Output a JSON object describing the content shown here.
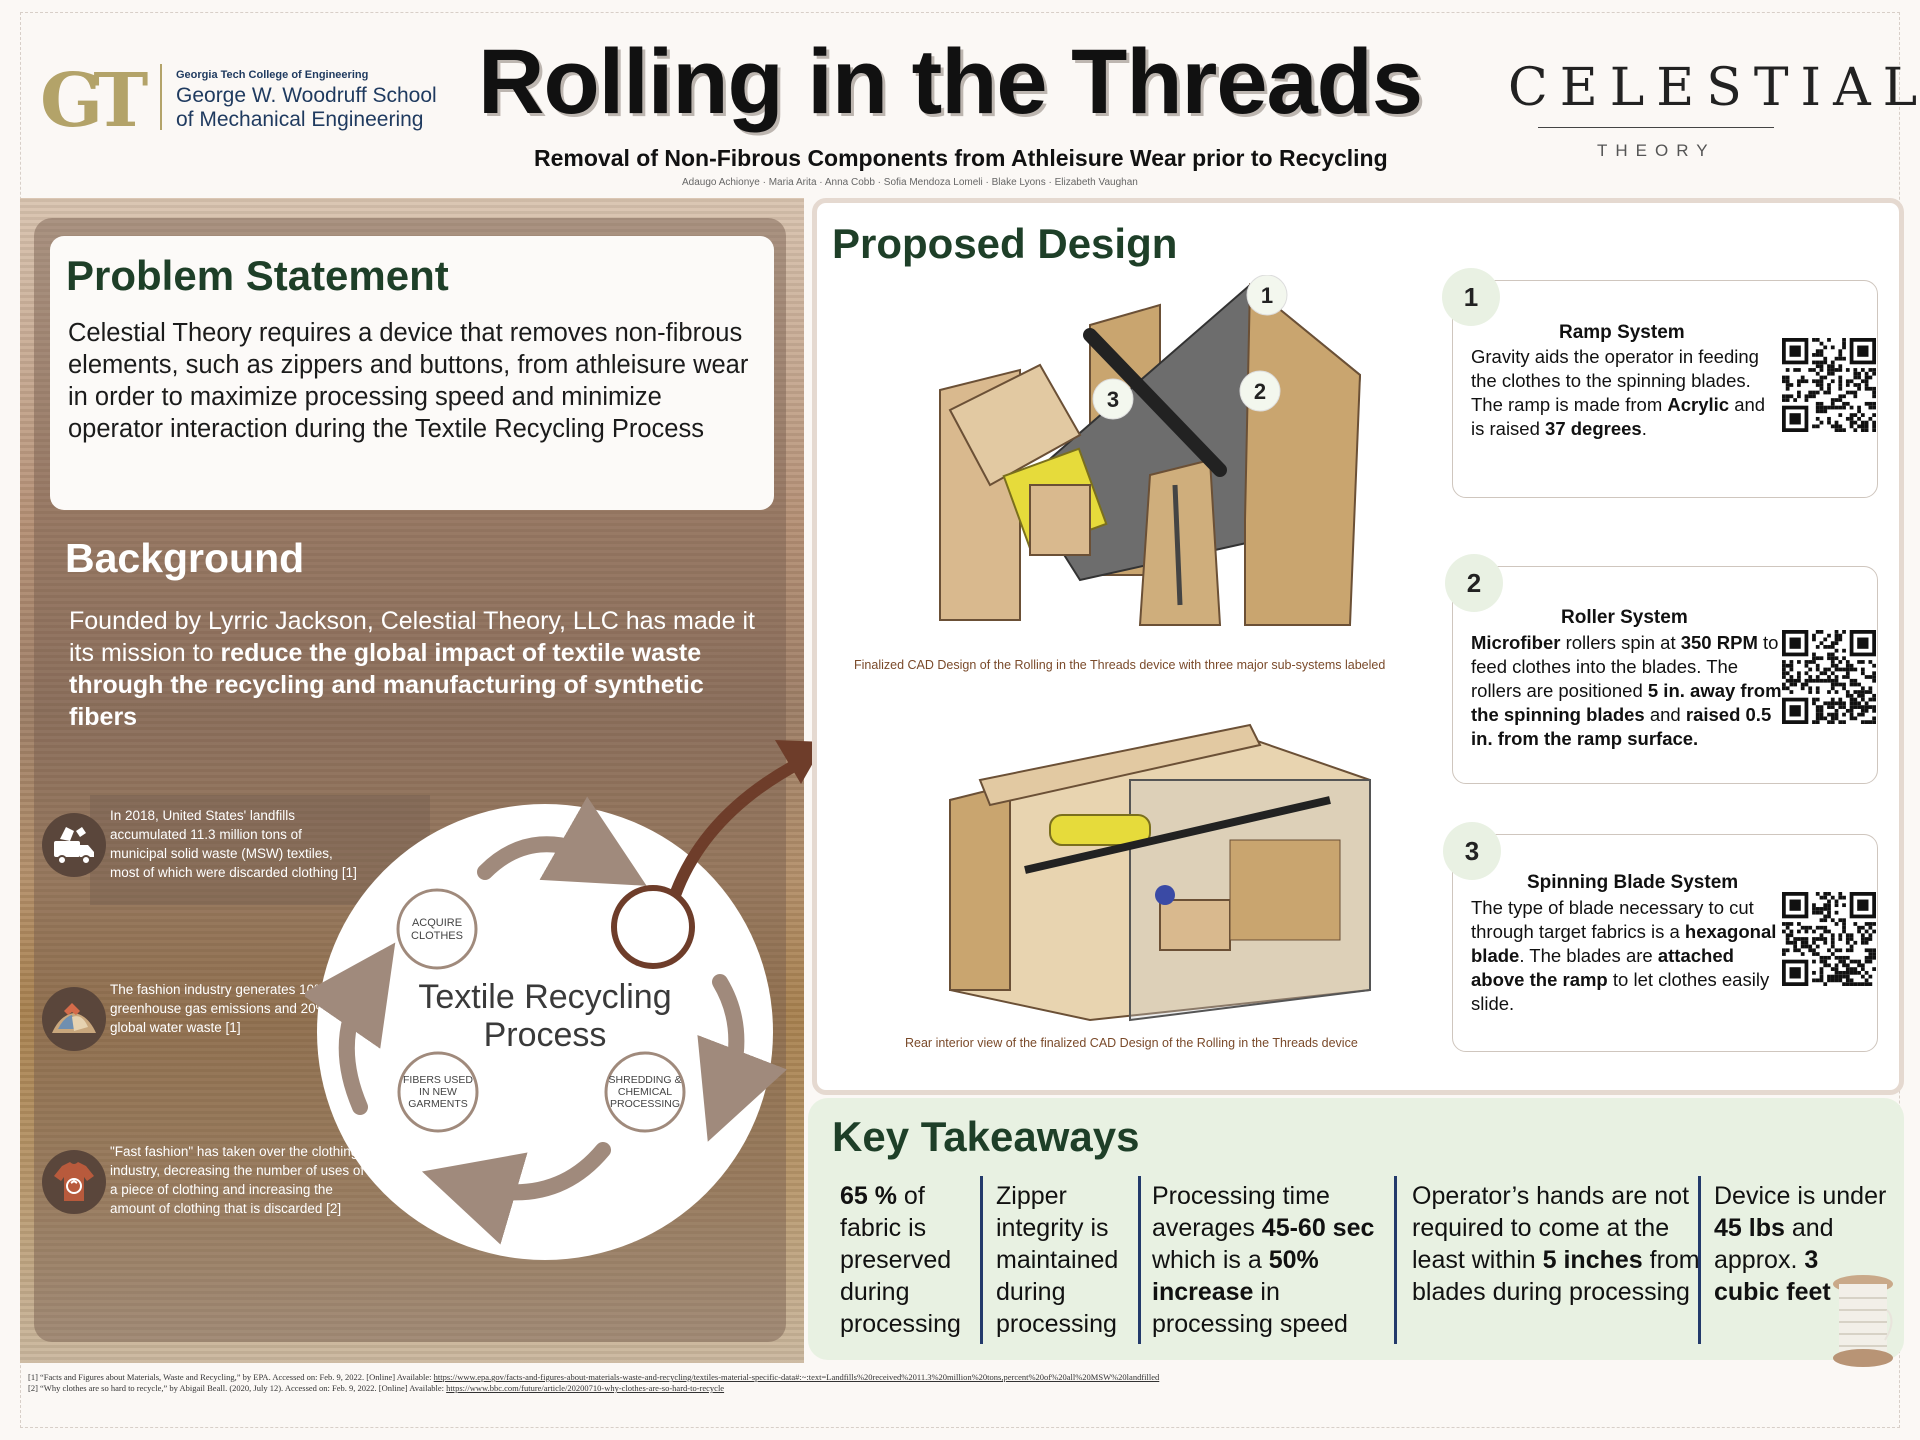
{
  "header": {
    "college": "Georgia Tech College of Engineering",
    "school_line1": "George W. Woodruff School",
    "school_line2": "of Mechanical Engineering",
    "title": "Rolling in the Threads",
    "subtitle": "Removal of Non-Fibrous Components from Athleisure Wear prior to Recycling",
    "authors": "Adaugo Achionye · Maria Arita · Anna Cobb · Sofia Mendoza Lomeli · Blake Lyons · Elizabeth Vaughan",
    "brand_main": "CELESTIAL",
    "brand_sub": "THEORY",
    "logo_icon": "georgia-tech-logo",
    "gold_color": "#b3a369"
  },
  "problem": {
    "title": "Problem Statement",
    "text": "Celestial Theory requires a device that removes non-fibrous elements, such as zippers and buttons, from athleisure wear in order to maximize processing speed and minimize operator interaction during the Textile Recycling Process"
  },
  "background": {
    "title": "Background",
    "text_plain": "Founded by Lyrric Jackson, Celestial Theory, LLC has made it its mission to ",
    "text_bold": "reduce the global impact of textile waste through the recycling and manufacturing of synthetic fibers",
    "facts": [
      {
        "icon": "landfill-truck-icon",
        "text": "In 2018, United States' landfills accumulated 11.3 million tons of municipal solid waste (MSW) textiles, most of which were discarded clothing [1]"
      },
      {
        "icon": "clothing-pile-icon",
        "text": "The fashion industry generates 10% of all greenhouse gas emissions and 20% of global water waste [1]"
      },
      {
        "icon": "shirt-recycle-icon",
        "text": "\"Fast fashion\" has taken over the clothing industry, decreasing the number of uses of a piece of clothing and increasing the amount of clothing that is discarded [2]"
      }
    ]
  },
  "cycle": {
    "title_line1": "Textile Recycling",
    "title_line2": "Process",
    "step1_line1": "ACQUIRE",
    "step1_line2": "CLOTHES",
    "step2_line1": "SHREDDING &",
    "step2_line2": "CHEMICAL",
    "step2_line3": "PROCESSING",
    "step3_line1": "FIBERS USED",
    "step3_line2": "IN NEW",
    "step3_line3": "GARMENTS",
    "arrow_color": "#a08a7c",
    "accent_color": "#6e3d2a"
  },
  "design": {
    "title": "Proposed Design",
    "cad1_caption": "Finalized CAD Design of the Rolling in the Threads device with three major sub-systems labeled",
    "cad2_caption": "Rear interior view of the finalized CAD Design of the Rolling in the Threads device",
    "cad_labels": [
      "1",
      "2",
      "3"
    ],
    "subsystems": [
      {
        "number": "1",
        "title": "Ramp System",
        "t1": "Gravity aids the operator in feeding the clothes to the spinning blades. The ramp is made from ",
        "b1": "Acrylic",
        "t2": " and is raised ",
        "b2": "37 degrees",
        "t3": "."
      },
      {
        "number": "2",
        "title": "Roller System",
        "b1": "Microfiber",
        "t1": " rollers spin at ",
        "b2": "350 RPM",
        "t2": " to feed clothes into the blades. The rollers are positioned ",
        "b3": "5 in. away from the spinning blades",
        "t3": " and ",
        "b4": "raised 0.5 in. from the ramp surface."
      },
      {
        "number": "3",
        "title": "Spinning Blade System",
        "t1": "The type of blade necessary to cut through target fabrics is a ",
        "b1": "hexagonal blade",
        "t2": ". The blades are ",
        "b2": "attached above the ramp",
        "t3": " to let clothes easily slide."
      }
    ]
  },
  "takeaways": {
    "title": "Key Takeaways",
    "k1_bold": "65 %",
    "k1_text": " of fabric is preserved during processing",
    "k2_text": "Zipper integrity is maintained during processing",
    "k3_text1": "Processing time averages ",
    "k3_bold1": "45-60 sec",
    "k3_text2": " which is a ",
    "k3_bold2": "50% increase",
    "k3_text3": " in processing speed",
    "k4_text1": "Operator’s hands are not required to come at the least within ",
    "k4_bold": "5 inches",
    "k4_text2": " from blades during processing",
    "k5_text1": "Device is under ",
    "k5_bold1": "45 lbs",
    "k5_text2": " and approx. ",
    "k5_bold2": "3 cubic feet",
    "divider_color": "#233a6b",
    "spool_icon": "thread-spool-icon"
  },
  "references": {
    "r1_text": "[1] “Facts and Figures about Materials, Waste and Recycling,” by EPA. Accessed on: Feb. 9, 2022. [Online] Available: ",
    "r1_url": "https://www.epa.gov/facts-and-figures-about-materials-waste-and-recycling/textiles-material-specific-data#:~:text=Landfills%20received%2011.3%20million%20tons,percent%20of%20all%20MSW%20landfilled",
    "r2_text": "[2] “Why clothes are so hard to recycle,” by Abigail Beall. (2020, July 12). Accessed on: Feb. 9, 2022. [Online] Available: ",
    "r2_url": "https://www.bbc.com/future/article/20200710-why-clothes-are-so-hard-to-recycle"
  }
}
